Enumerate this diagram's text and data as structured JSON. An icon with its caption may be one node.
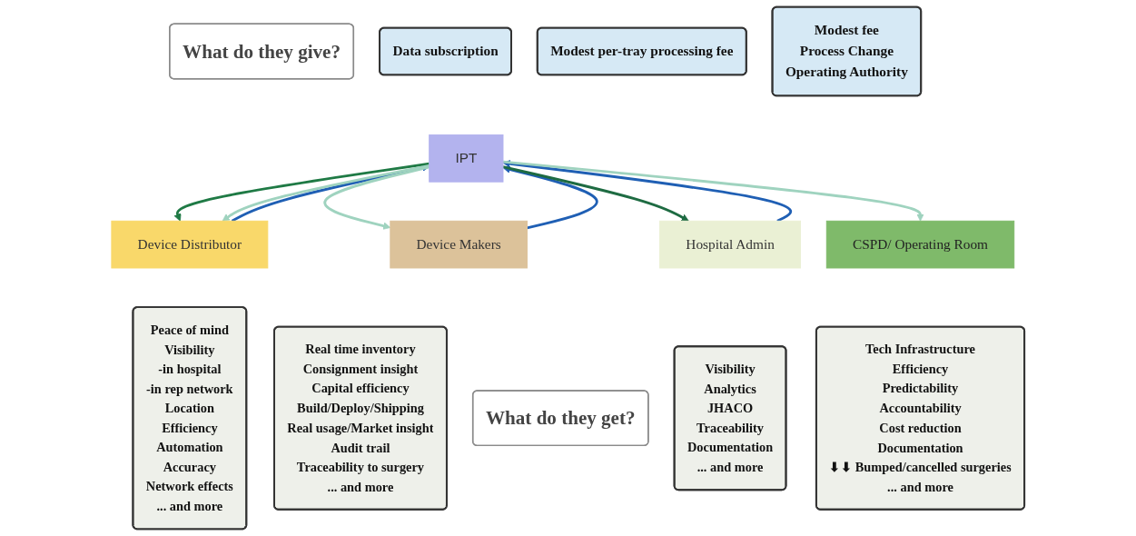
{
  "diagram": {
    "nodes": [
      {
        "text": [
          "What do they give?"
        ]
      },
      {
        "text": [
          "Data subscription"
        ]
      },
      {
        "text": [
          "Modest per-tray processing fee"
        ]
      },
      {
        "text": [
          "Modest fee",
          "Process Change",
          "Operating Authority"
        ]
      },
      {
        "text": [
          "IPT"
        ]
      },
      {
        "text": [
          "Device Makers"
        ]
      },
      {
        "text": [
          "Device Distributor"
        ]
      },
      {
        "text": [
          "Hospital Admin"
        ]
      },
      {
        "text": [
          "CSPD/ Operating Room"
        ]
      },
      {
        "text": [
          "What do they get?"
        ]
      },
      {
        "text": [
          "Real time inventory",
          "Consignment insight",
          "Capital efficiency",
          "Build/Deploy/Shipping",
          "Real usage/Market insight",
          "Audit  trail",
          "Traceability to surgery",
          "... and more"
        ]
      },
      {
        "text": [
          "Peace of mind",
          "Visibility",
          "-in hospital",
          "-in rep network",
          "Location",
          "Efficiency",
          "Automation",
          "Accuracy",
          "Network effects",
          "... and more"
        ]
      },
      {
        "text": [
          "Visibility",
          "Analytics",
          "JHACO",
          "Traceability",
          "Documentation",
          "... and more"
        ]
      },
      {
        "text": [
          "Tech Infrastructure",
          "Efficiency",
          "Predictability",
          "Accountability",
          "Cost reduction",
          "Documentation",
          "⬇⬇ Bumped/cancelled surgeries",
          "... and more"
        ]
      }
    ],
    "edges": [
      {
        "from": 7,
        "to": 4,
        "arrow": "to",
        "color": "#1f5fb4"
      },
      {
        "from": 6,
        "to": 4,
        "arrow": "to",
        "color": "#1f5fb4"
      },
      {
        "from": 4,
        "to": 6,
        "arrow": "to",
        "color": "#1f7a45"
      },
      {
        "from": 5,
        "to": 4,
        "arrow": "to",
        "color": "#1f5fb4"
      },
      {
        "from": 4,
        "to": 5,
        "arrow": "to",
        "color": "#9fd3bf"
      },
      {
        "from": 4,
        "to": 6,
        "arrow": "to",
        "color": "#9fd3bf"
      },
      {
        "from": 4,
        "to": 7,
        "arrow": "to",
        "color": "#1e6b42"
      },
      {
        "from": 4,
        "to": 8,
        "arrow": "to",
        "color": "#9fd3bf"
      }
    ]
  }
}
